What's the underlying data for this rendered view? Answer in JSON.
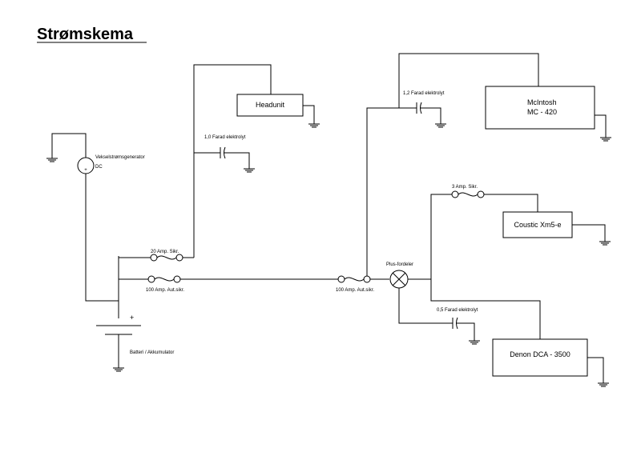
{
  "title": "Strømskema",
  "generator": {
    "name": "Vekselstrømsgenerator",
    "type": "DC"
  },
  "battery": {
    "label": "Batteri / Akkumulator",
    "plus": "+"
  },
  "headunit": {
    "label": "Headunit"
  },
  "cap_headunit": {
    "label": "1,0 Farad elektrolyt"
  },
  "mcintosh": {
    "line1": "McIntosh",
    "line2": "MC - 420"
  },
  "cap_mcintosh": {
    "label": "1,2 Farad elektrolyt"
  },
  "coustic": {
    "label": "Coustic Xm5-e"
  },
  "fuse_coustic": {
    "label": "3 Amp. Sikr."
  },
  "denon": {
    "label": "Denon DCA - 3500"
  },
  "cap_denon": {
    "label": "0,5 Farad elektrolyt"
  },
  "fuse_20": {
    "label": "20 Amp. Sikr."
  },
  "breaker_100_left": {
    "label": "100 Amp. Aut.sikr."
  },
  "breaker_100_right": {
    "label": "100 Amp. Aut.sikr."
  },
  "distributor": {
    "label": "Plus-fordeler"
  }
}
